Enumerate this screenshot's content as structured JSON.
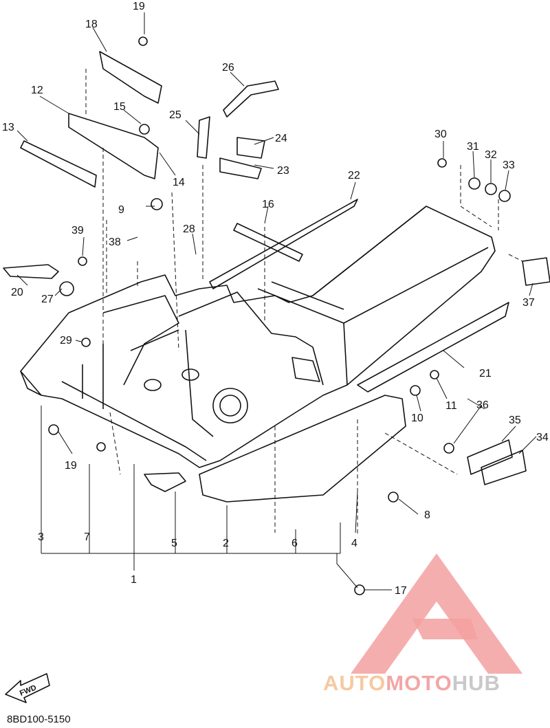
{
  "callouts": [
    {
      "id": "1",
      "text": "1"
    },
    {
      "id": "2",
      "text": "2"
    },
    {
      "id": "3",
      "text": "3"
    },
    {
      "id": "4",
      "text": "4"
    },
    {
      "id": "5",
      "text": "5"
    },
    {
      "id": "6",
      "text": "6"
    },
    {
      "id": "7",
      "text": "7"
    },
    {
      "id": "8",
      "text": "8"
    },
    {
      "id": "9",
      "text": "9"
    },
    {
      "id": "10",
      "text": "10"
    },
    {
      "id": "11",
      "text": "11"
    },
    {
      "id": "12",
      "text": "12"
    },
    {
      "id": "13",
      "text": "13"
    },
    {
      "id": "14",
      "text": "14"
    },
    {
      "id": "15",
      "text": "15"
    },
    {
      "id": "16",
      "text": "16"
    },
    {
      "id": "17",
      "text": "17"
    },
    {
      "id": "18",
      "text": "18"
    },
    {
      "id": "19a",
      "text": "19"
    },
    {
      "id": "19b",
      "text": "19"
    },
    {
      "id": "20",
      "text": "20"
    },
    {
      "id": "21",
      "text": "21"
    },
    {
      "id": "22",
      "text": "22"
    },
    {
      "id": "23",
      "text": "23"
    },
    {
      "id": "24",
      "text": "24"
    },
    {
      "id": "25",
      "text": "25"
    },
    {
      "id": "26",
      "text": "26"
    },
    {
      "id": "27",
      "text": "27"
    },
    {
      "id": "28",
      "text": "28"
    },
    {
      "id": "29",
      "text": "29"
    },
    {
      "id": "30",
      "text": "30"
    },
    {
      "id": "31",
      "text": "31"
    },
    {
      "id": "32",
      "text": "32"
    },
    {
      "id": "33",
      "text": "33"
    },
    {
      "id": "34",
      "text": "34"
    },
    {
      "id": "35",
      "text": "35"
    },
    {
      "id": "36",
      "text": "36"
    },
    {
      "id": "37",
      "text": "37"
    },
    {
      "id": "38",
      "text": "38"
    },
    {
      "id": "39",
      "text": "39"
    }
  ],
  "part_code": "8BD100-5150",
  "fwd_label": "FWD",
  "watermark": {
    "part1": "AUTO",
    "part2": "MOTO",
    "part3": "HUB"
  },
  "colors": {
    "line": "#111111",
    "watermark_red": "#f08080",
    "watermark_orange": "#f6c9a0",
    "watermark_grey": "#c9c9c9"
  }
}
